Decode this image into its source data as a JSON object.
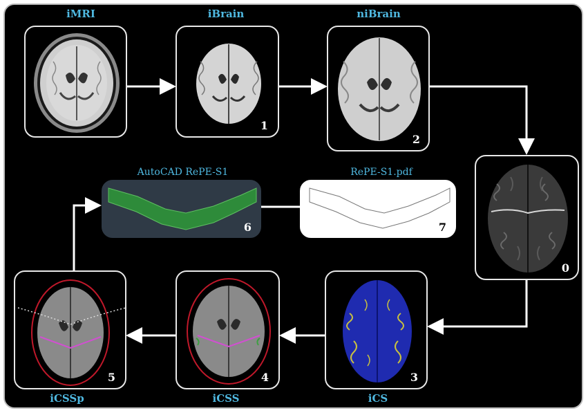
{
  "titles": {
    "imri": "iMRI",
    "ibrain": "iBrain",
    "nibrain": "niBrain",
    "autocad": "AutoCAD RePE-S1",
    "pdf": "RePE-S1.pdf",
    "ics": "iCS",
    "icss": "iCSS",
    "icssp": "iCSSp"
  },
  "steps": {
    "ibrain": "1",
    "nibrain": "2",
    "ics": "3",
    "icss": "4",
    "icssp": "5",
    "autocad": "6",
    "pdf": "7",
    "surface": "0"
  },
  "colors": {
    "background": "#000000",
    "title_blue": "#4fb8e0",
    "arrow": "#ffffff",
    "contour_green": "#2e8b3a",
    "ics_blue": "#1f2bb0",
    "skull_red": "#c0182a",
    "sulcus_magenta": "#d050d0"
  }
}
